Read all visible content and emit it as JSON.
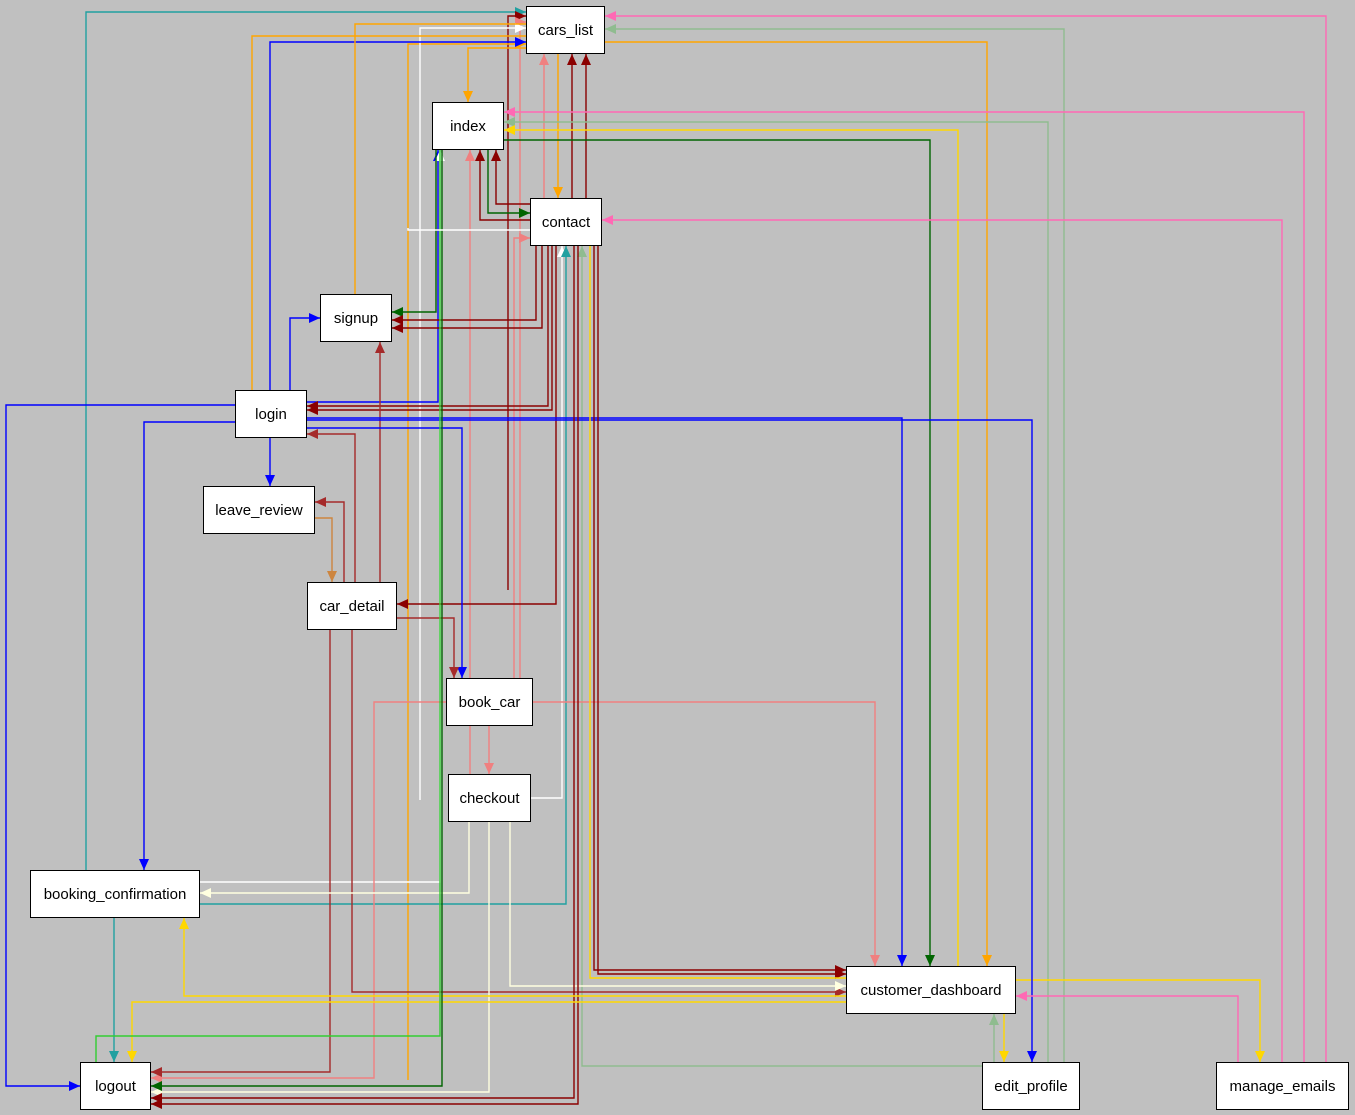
{
  "diagram": {
    "nodes": [
      {
        "id": "cars_list",
        "label": "cars_list"
      },
      {
        "id": "index",
        "label": "index"
      },
      {
        "id": "contact",
        "label": "contact"
      },
      {
        "id": "signup",
        "label": "signup"
      },
      {
        "id": "login",
        "label": "login"
      },
      {
        "id": "leave_review",
        "label": "leave_review"
      },
      {
        "id": "car_detail",
        "label": "car_detail"
      },
      {
        "id": "book_car",
        "label": "book_car"
      },
      {
        "id": "checkout",
        "label": "checkout"
      },
      {
        "id": "booking_confirmation",
        "label": "booking_confirmation"
      },
      {
        "id": "logout",
        "label": "logout"
      },
      {
        "id": "customer_dashboard",
        "label": "customer_dashboard"
      },
      {
        "id": "edit_profile",
        "label": "edit_profile"
      },
      {
        "id": "manage_emails",
        "label": "manage_emails"
      }
    ],
    "edge_colors": {
      "teal": "#20a0a0",
      "dark_red": "#8b0000",
      "brown": "#a52a2a",
      "salmon": "#f08080",
      "orange": "#ffa500",
      "blue": "#0000ff",
      "white": "#ffffff",
      "cream": "#ffffe0",
      "dark_green": "#006400",
      "green": "#32cd32",
      "light_green": "#8fbc8f",
      "gold": "#ffd700",
      "pink": "#ff69b4",
      "tan": "#cd853f"
    }
  }
}
